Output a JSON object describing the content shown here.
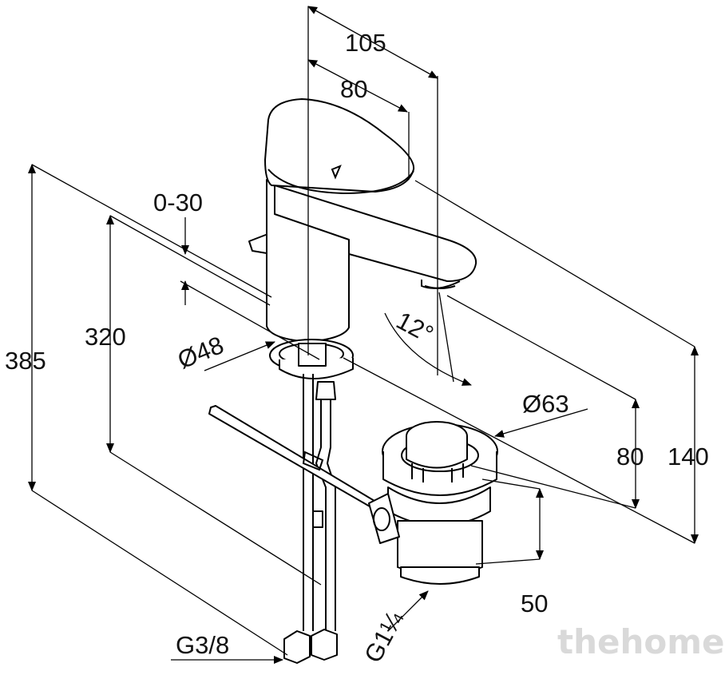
{
  "dimensions": {
    "d105": "105",
    "d80_top": "80",
    "d0_30": "0-30",
    "d385": "385",
    "d320": "320",
    "d48": "Ø48",
    "angle12": "12°",
    "d63": "Ø63",
    "d80_right": "80",
    "d140": "140",
    "d50": "50",
    "g38": "G3/8",
    "g114": "G1¼"
  },
  "watermark": "thehome",
  "icons": {
    "faucet": "faucet-drawing",
    "drain": "pop-up-waste-drawing",
    "arrow": "dimension-arrowhead"
  },
  "colors": {
    "line": "#000000",
    "watermark": "#d9d9d9",
    "background": "#ffffff"
  }
}
